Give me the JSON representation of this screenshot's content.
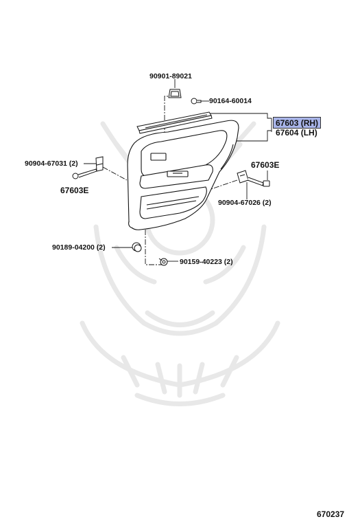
{
  "parts": {
    "p_90901": "90901-89021",
    "p_90164": "90164-60014",
    "p_67603_rh": "67603 (RH)",
    "p_67604_lh": "67604 (LH)",
    "p_90904_67031": "90904-67031 (2)",
    "p_67603e_left": "67603E",
    "p_67603e_right": "67603E",
    "p_90904_67026": "90904-67026 (2)",
    "p_90189": "90189-04200 (2)",
    "p_90159": "90159-40223 (2)"
  },
  "footer": {
    "code": "670237"
  },
  "colors": {
    "highlight": "#a8b4e8",
    "line": "#111111",
    "watermark": "#e6e6e6"
  }
}
